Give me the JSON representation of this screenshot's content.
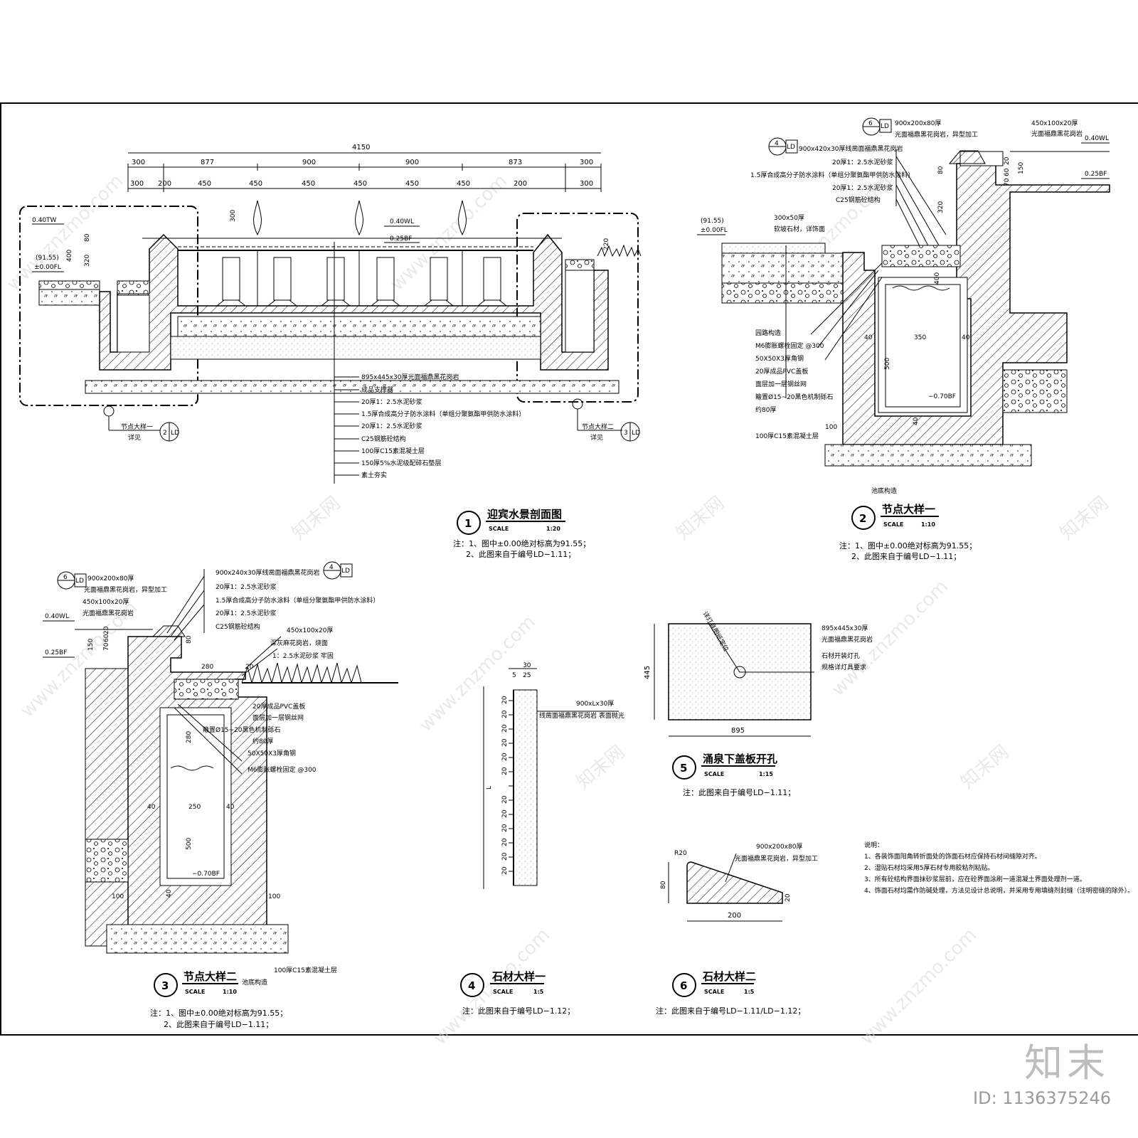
{
  "watermark": {
    "site": "www.znzmo.com",
    "brand": "知末",
    "brand_mark": "知末网"
  },
  "stamp": {
    "brand": "知末",
    "id": "ID: 1136375246"
  },
  "d1": {
    "title": "迎宾水景剖面图",
    "num": "1",
    "scale_label": "SCALE",
    "scale": "1:20",
    "notes": [
      "注：1、图中±0.00绝对标高为91.55；",
      "2、此图来自于编号LD−1.11；"
    ],
    "total": "4150",
    "dims1": [
      "300",
      "877",
      "900",
      "900",
      "873",
      "300"
    ],
    "dims2": [
      "300",
      "200",
      "450",
      "450",
      "450",
      "450",
      "450",
      "450",
      "200",
      "300"
    ],
    "lv_tw": "0.40TW",
    "lv_wl": "0.40WL",
    "lv_bf": "0.25BF",
    "lv_abs": "(91.55)",
    "lv_fl": "±0.00FL",
    "v300": "300",
    "v80": "80",
    "v400": "400",
    "v320": "320",
    "v220": "220",
    "layers": [
      "895x445x30厚光面福鼎黑花岗岩",
      "成品支撑器",
      "20厚1：2.5水泥砂浆",
      "1.5厚合成高分子防水涂料（单组分聚氨酯甲供防水涂料）",
      "20厚1：2.5水泥砂浆",
      "C25钢筋砼结构",
      "100厚C15素混凝土层",
      "150厚5%水泥级配碎石垫层",
      "素土夯实"
    ],
    "ref1": {
      "text": "节点大样一",
      "num": "2",
      "sheet": "LD",
      "sub": "详见"
    },
    "ref2": {
      "text": "节点大样二",
      "num": "3",
      "sheet": "LD",
      "sub": "详见"
    }
  },
  "d2": {
    "title": "节点大样一",
    "num": "2",
    "scale_label": "SCALE",
    "scale": "1:10",
    "notes": [
      "注：1、图中±0.00绝对标高为91.55；",
      "2、此图来自于编号LD−1.11；"
    ],
    "tag6": {
      "num": "6",
      "sheet": "LD",
      "text": "900x200x80厚",
      "sub": "光面福鼎黑花岗岩，异型加工"
    },
    "tag4": {
      "num": "4",
      "sheet": "LD",
      "text": "900x420x30厚线凿面福鼎黑花岗岩"
    },
    "layers": [
      "20厚1：2.5水泥砂浆",
      "1.5厚合成高分子防水涂料（单组分聚氨酯甲供防水涂料）",
      "20厚1：2.5水泥砂浆",
      "C25钢筋砼结构"
    ],
    "top_right": [
      "450x100x20厚",
      "光面福鼎黑花岗岩"
    ],
    "lv_wl": "0.40WL",
    "lv_bf": "0.25BF",
    "lv_abs": "(91.55)",
    "lv_fl": "±0.00FL",
    "lv_bf2": "−0.70BF",
    "paving": [
      "300x50厚",
      "软坡石材，详饰面"
    ],
    "left_notes": [
      "园路构造",
      "M6膨胀螺栓固定 @300",
      "50X50X3厚角钢",
      "20厚成品PVC盖板",
      "面层加一层钢丝网",
      "簸置Ø15~20黑色机制砾石",
      "约80厚"
    ],
    "base": "100厚C15素混凝土层",
    "pool": "池底构造",
    "dims": [
      "80",
      "320",
      "400",
      "350",
      "40",
      "40",
      "500",
      "40",
      "100",
      "20",
      "60",
      "70",
      "150"
    ]
  },
  "d3": {
    "title": "节点大样二",
    "num": "3",
    "scale_label": "SCALE",
    "scale": "1:10",
    "notes": [
      "注：1、图中±0.00绝对标高为91.55；",
      "2、此图来自于编号LD−1.11；"
    ],
    "tag6": {
      "num": "6",
      "sheet": "LD",
      "text": "900x200x80厚",
      "sub": "光面福鼎黑花岗岩，异型加工"
    },
    "tag4": {
      "num": "4",
      "sheet": "LD",
      "text": "900x240x30厚线凿面福鼎黑花岗岩"
    },
    "top_left": [
      "450x100x20厚",
      "光面福鼎黑花岗岩"
    ],
    "layers": [
      "20厚1：2.5水泥砂浆",
      "1.5厚合成高分子防水涂料（单组分聚氨酯甲供防水涂料）",
      "20厚1：2.5水泥砂浆",
      "C25钢筋砼结构"
    ],
    "right_layers": [
      "450x100x20厚",
      "深灰麻花岗岩，烧面",
      "1：2.5水泥砂浆 牢固"
    ],
    "left_notes": [
      "20厚成品PVC盖板",
      "面层加一层钢丝网",
      "簸置Ø15~20黑色机制砾石",
      "约80厚",
      "50X50X3厚角钢",
      "M6膨胀螺栓固定 @300"
    ],
    "lv_wl": "0.40WL",
    "lv_bf": "0.25BF",
    "lv_bf2": "−0.70BF",
    "base": "100厚C15素混凝土层",
    "pool": "池底构造",
    "dims": [
      "80",
      "280",
      "20",
      "280",
      "40",
      "250",
      "40",
      "500",
      "40",
      "100",
      "100",
      "150",
      "70",
      "20",
      "60"
    ]
  },
  "d4": {
    "title": "石材大样一",
    "num": "4",
    "scale_label": "SCALE",
    "scale": "1:5",
    "note": "注：此图来自于编号LD−1.12；",
    "label": [
      "900xLx30厚",
      "线凿面福鼎黑花岗岩 表面抛光"
    ],
    "d30": "30",
    "d5": "5",
    "d25": "25",
    "dL": "L",
    "d20": "20"
  },
  "d5": {
    "title": "涌泉下盖板开孔",
    "num": "5",
    "scale_label": "SCALE",
    "scale": "1:15",
    "note": "注：此图来自于编号LD−1.11；",
    "label": [
      "895x445x30厚",
      "光面福鼎黑花岗岩",
      "石材开装灯孔",
      "规格详灯具要求"
    ],
    "diag": "详灯具图纸定位",
    "w": "895",
    "h": "445"
  },
  "d6": {
    "title": "石材大样二",
    "num": "6",
    "scale_label": "SCALE",
    "scale": "1:5",
    "note": "注：此图来自于编号LD−1.11/LD−1.12；",
    "label": [
      "900x200x80厚",
      "光面福鼎黑花岗岩，异型加工"
    ],
    "r": "R20",
    "h": "80",
    "w": "200",
    "e": "20"
  },
  "remarks": {
    "head": "说明：",
    "items": [
      "1、各装饰面阳角转折面处的饰面石材应保持石材间缝隙对齐。",
      "2、湿贴石材均采用5厚石材专用胶粘剂粘贴。",
      "3、所有砼结构界面抹砂浆层前，应在砼界面涂刷一道混凝土界面处理剂一道。",
      "4、饰面石材均需作防碱处理，方法见设计总说明，并采用专用填缝剂封缝（注明密缝的除外）。"
    ]
  }
}
